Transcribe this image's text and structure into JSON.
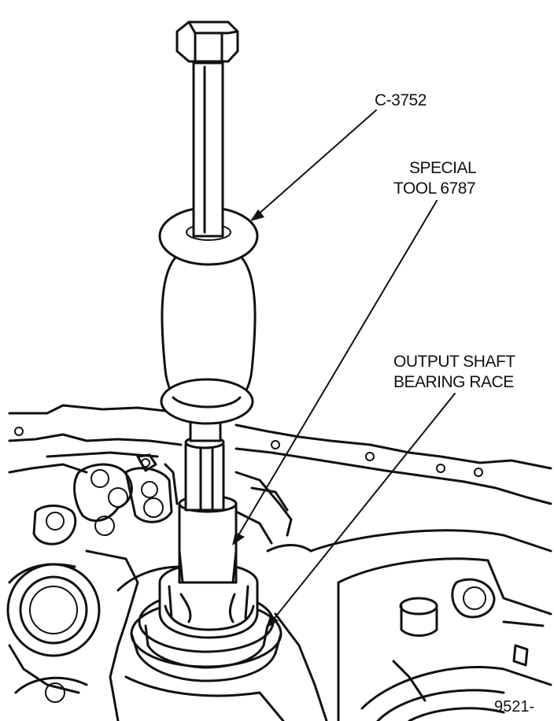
{
  "callouts": {
    "c3752": "C-3752",
    "special_tool_line1": "SPECIAL",
    "special_tool_line2": "TOOL 6787",
    "race_line1": "OUTPUT SHAFT",
    "race_line2": "BEARING RACE"
  },
  "figure_number": "9521-",
  "colors": {
    "ink": "#111111",
    "paper": "#ffffff"
  }
}
